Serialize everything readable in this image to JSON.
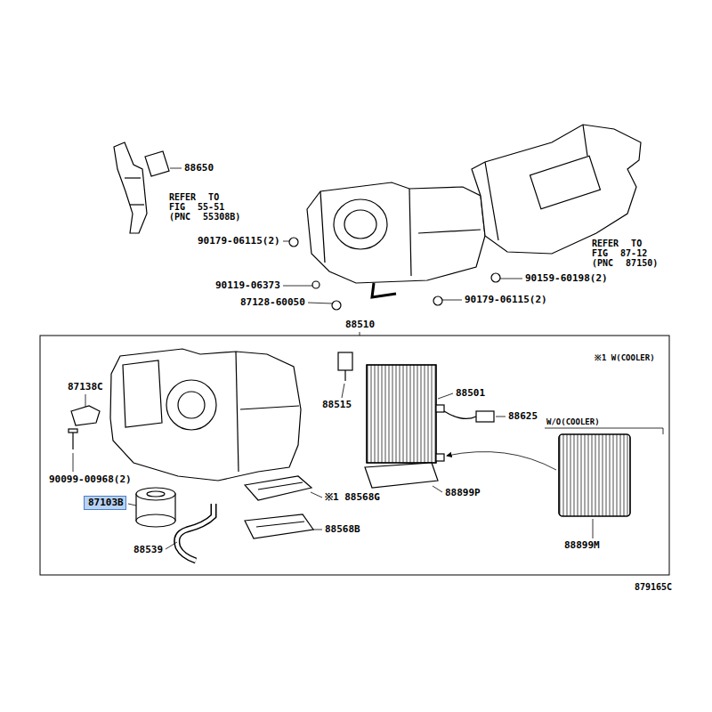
{
  "diagram": {
    "nodes": [
      {
        "text": [
          "87103B"
        ]
      }
    ],
    "labels": [
      "88650",
      "REFER TO FIG 55-51 (PNC 55308B)",
      "90179-06115(2)",
      "REFER TO FIG 87-12 (PNC 87150)",
      "90159-60198(2)",
      "90119-06373",
      "90179-06115(2)",
      "87128-60050",
      "88510",
      "※1 W(COOLER)",
      "87138C",
      "88501",
      "88515",
      "88625",
      "W/O(COOLER)",
      "90099-00968(2)",
      "88899P",
      "※1 88568G",
      "88568B",
      "88539",
      "88899M",
      "879165C"
    ]
  }
}
